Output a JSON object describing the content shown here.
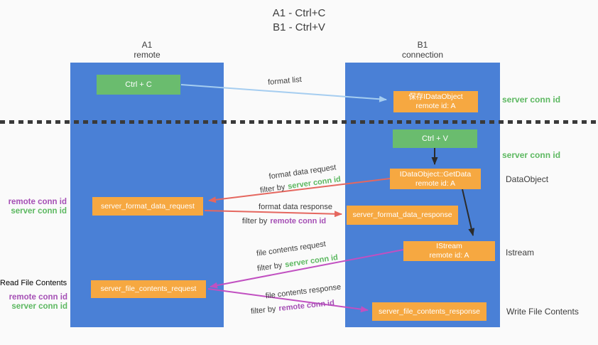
{
  "title": {
    "line1": "A1 - Ctrl+C",
    "line2": "B1 - Ctrl+V"
  },
  "lanes": {
    "a1": {
      "name": "A1",
      "subtitle": "remote"
    },
    "b1": {
      "name": "B1",
      "subtitle": "connection"
    }
  },
  "boxes": {
    "ctrl_c": {
      "label": "Ctrl + C"
    },
    "save_dataobject": {
      "line1": "保存IDataObject",
      "line2": "remote id: A"
    },
    "ctrl_v": {
      "label": "Ctrl + V"
    },
    "getdata": {
      "line1": "IDataObject::GetData",
      "line2": "remote id: A"
    },
    "istream": {
      "line1": "IStream",
      "line2": "remote id: A"
    },
    "format_request": {
      "label": "server_format_data_request"
    },
    "format_response": {
      "label": "server_format_data_response"
    },
    "file_request": {
      "label": "server_file_contents_request"
    },
    "file_response": {
      "label": "server_file_contents_response"
    }
  },
  "arrow_labels": {
    "format_list": "format list",
    "format_data_request": "format data request",
    "format_data_request_filter": {
      "prefix": "filter by",
      "key": "server conn id"
    },
    "format_data_response": "format data response",
    "format_data_response_filter": {
      "prefix": "filter by",
      "key": "remote conn id"
    },
    "file_contents_request": "file contents request",
    "file_contents_request_filter": {
      "prefix": "filter by",
      "key": "server conn id"
    },
    "file_contents_response": "file contents response",
    "file_contents_response_filter": {
      "prefix": "filter by",
      "key": "remote conn id"
    }
  },
  "side_labels": {
    "right_server_conn_id_top": "server conn id",
    "right_server_conn_id_mid": "server conn id",
    "right_dataobject": "DataObject",
    "right_istream": "Istream",
    "right_write_file_contents": "Write File Contents",
    "left_remote_conn_id_top": "remote conn id",
    "left_server_conn_id_top": "server conn id",
    "left_read_file_contents": "Read File Contents",
    "left_remote_conn_id_bottom": "remote conn id",
    "left_server_conn_id_bottom": "server conn id"
  },
  "colors": {
    "background": "#fafafa",
    "lane_blue": "#4a80d6",
    "box_green": "#6abc6e",
    "box_orange": "#f6a841",
    "text_dark": "#3d3d3d",
    "text_green": "#5cb860",
    "text_purple": "#a54fb5",
    "arrow_lightblue": "#a5cdf0",
    "arrow_red": "#e5675f",
    "arrow_magenta": "#c150c1",
    "arrow_black": "#2b2b2b",
    "divider": "#3a3a3a"
  }
}
